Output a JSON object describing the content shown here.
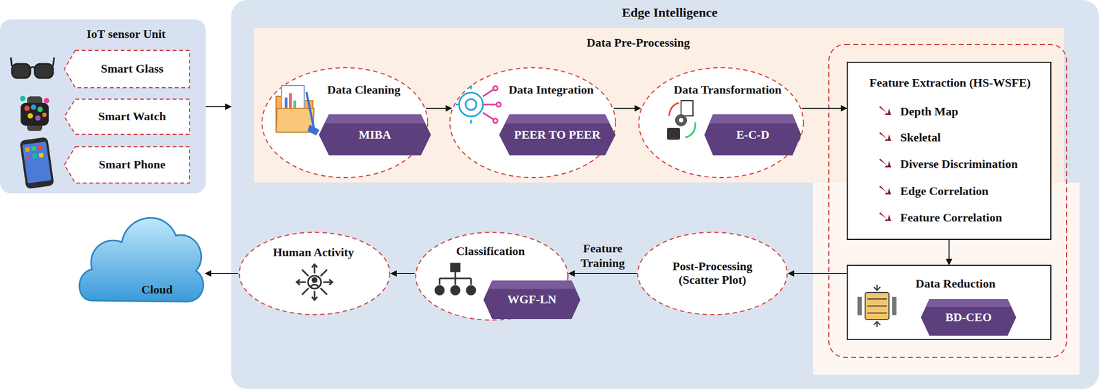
{
  "diagram": {
    "nodes": [
      {
        "text": [
          "IoT sensor Unit"
        ]
      },
      {
        "text": [
          "Smart Glass"
        ],
        "in": 0
      },
      {
        "text": [
          "Smart Watch"
        ],
        "in": 0
      },
      {
        "text": [
          "Smart Phone"
        ],
        "in": 0
      },
      {
        "text": [
          "Edge Intelligence"
        ]
      },
      {
        "text": [
          "Data Pre-Processing"
        ],
        "in": 4
      },
      {
        "text": [
          "Data Cleaning"
        ],
        "in": 5
      },
      {
        "text": [
          "MIBA"
        ],
        "in": 6
      },
      {
        "text": [
          "Data Integration"
        ],
        "in": 5
      },
      {
        "text": [
          "PEER TO PEER"
        ],
        "in": 8
      },
      {
        "text": [
          "Data Transformation"
        ],
        "in": 5
      },
      {
        "text": [
          "E-C-D"
        ],
        "in": 10
      },
      {
        "text": [
          "Feature Extraction (HS-WSFE)",
          "Depth Map",
          "Skeletal",
          "Diverse Discrimination",
          "Edge Correlation",
          "Feature Correlation"
        ],
        "in": 4
      },
      {
        "text": [
          "Data Reduction"
        ],
        "in": 4
      },
      {
        "text": [
          "BD-CEO"
        ],
        "in": 13
      },
      {
        "text": [
          "Post-Processing (Scatter Plot)"
        ],
        "in": 4
      },
      {
        "text": [
          "Classification"
        ],
        "in": 4
      },
      {
        "text": [
          "WGF-LN"
        ],
        "in": 16
      },
      {
        "text": [
          "Human Activity"
        ],
        "in": 4
      },
      {
        "text": [
          "Cloud"
        ]
      }
    ],
    "edges": [
      {
        "from": 0,
        "to": 4,
        "arrow": "to"
      },
      {
        "from": 6,
        "to": 8,
        "arrow": "to"
      },
      {
        "from": 8,
        "to": 10,
        "arrow": "to"
      },
      {
        "from": 10,
        "to": 12,
        "arrow": "to"
      },
      {
        "from": 12,
        "to": 13,
        "arrow": "to"
      },
      {
        "from": 13,
        "to": 15,
        "arrow": "to"
      },
      {
        "from": 15,
        "to": 16,
        "label": "Feature Training",
        "arrow": "to"
      },
      {
        "from": 16,
        "to": 18,
        "arrow": "to"
      },
      {
        "from": 18,
        "to": 19,
        "arrow": "to"
      }
    ]
  }
}
